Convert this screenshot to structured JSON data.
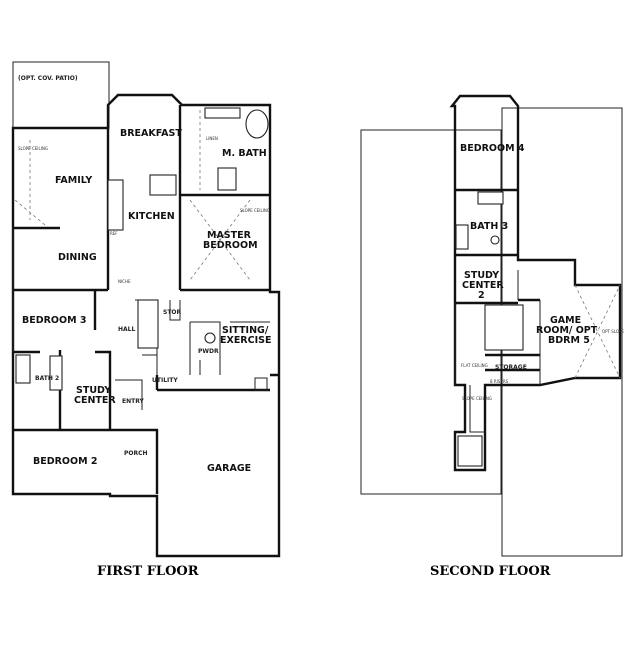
{
  "first_floor": {
    "title": "FIRST FLOOR",
    "rooms": {
      "patio": "(OPT. COV. PATIO)",
      "breakfast": "BREAKFAST",
      "m_bath": "M. BATH",
      "family": "FAMILY",
      "kitchen": "KITCHEN",
      "master_1": "MASTER",
      "master_2": "BEDROOM",
      "dining": "DINING",
      "bedroom3": "BEDROOM 3",
      "hall": "HALL",
      "stor": "STOR",
      "sitting_1": "SITTING/",
      "sitting_2": "EXERCISE",
      "pwdr": "PWDR",
      "bath2": "BATH 2",
      "study_1": "STUDY",
      "study_2": "CENTER",
      "utility": "UTILITY",
      "entry": "ENTRY",
      "bedroom2": "BEDROOM 2",
      "porch": "PORCH",
      "garage": "GARAGE"
    },
    "notes": {
      "slope": "SLOPE CEILING",
      "niche": "NICHE",
      "linen": "LINEN",
      "ref": "REF"
    }
  },
  "second_floor": {
    "title": "SECOND FLOOR",
    "rooms": {
      "bedroom4": "BEDROOM 4",
      "bath3": "BATH 3",
      "study2_1": "STUDY",
      "study2_2": "CENTER",
      "study2_3": "2",
      "game_1": "GAME",
      "game_2": "ROOM/ OPT",
      "game_3": "BDRM 5",
      "storage": "STORAGE"
    },
    "notes": {
      "flat": "FLAT CEILING",
      "slope": "SLOPE CEILING",
      "opt": "OPT SLOPE",
      "risers": "8 RISERS"
    }
  }
}
